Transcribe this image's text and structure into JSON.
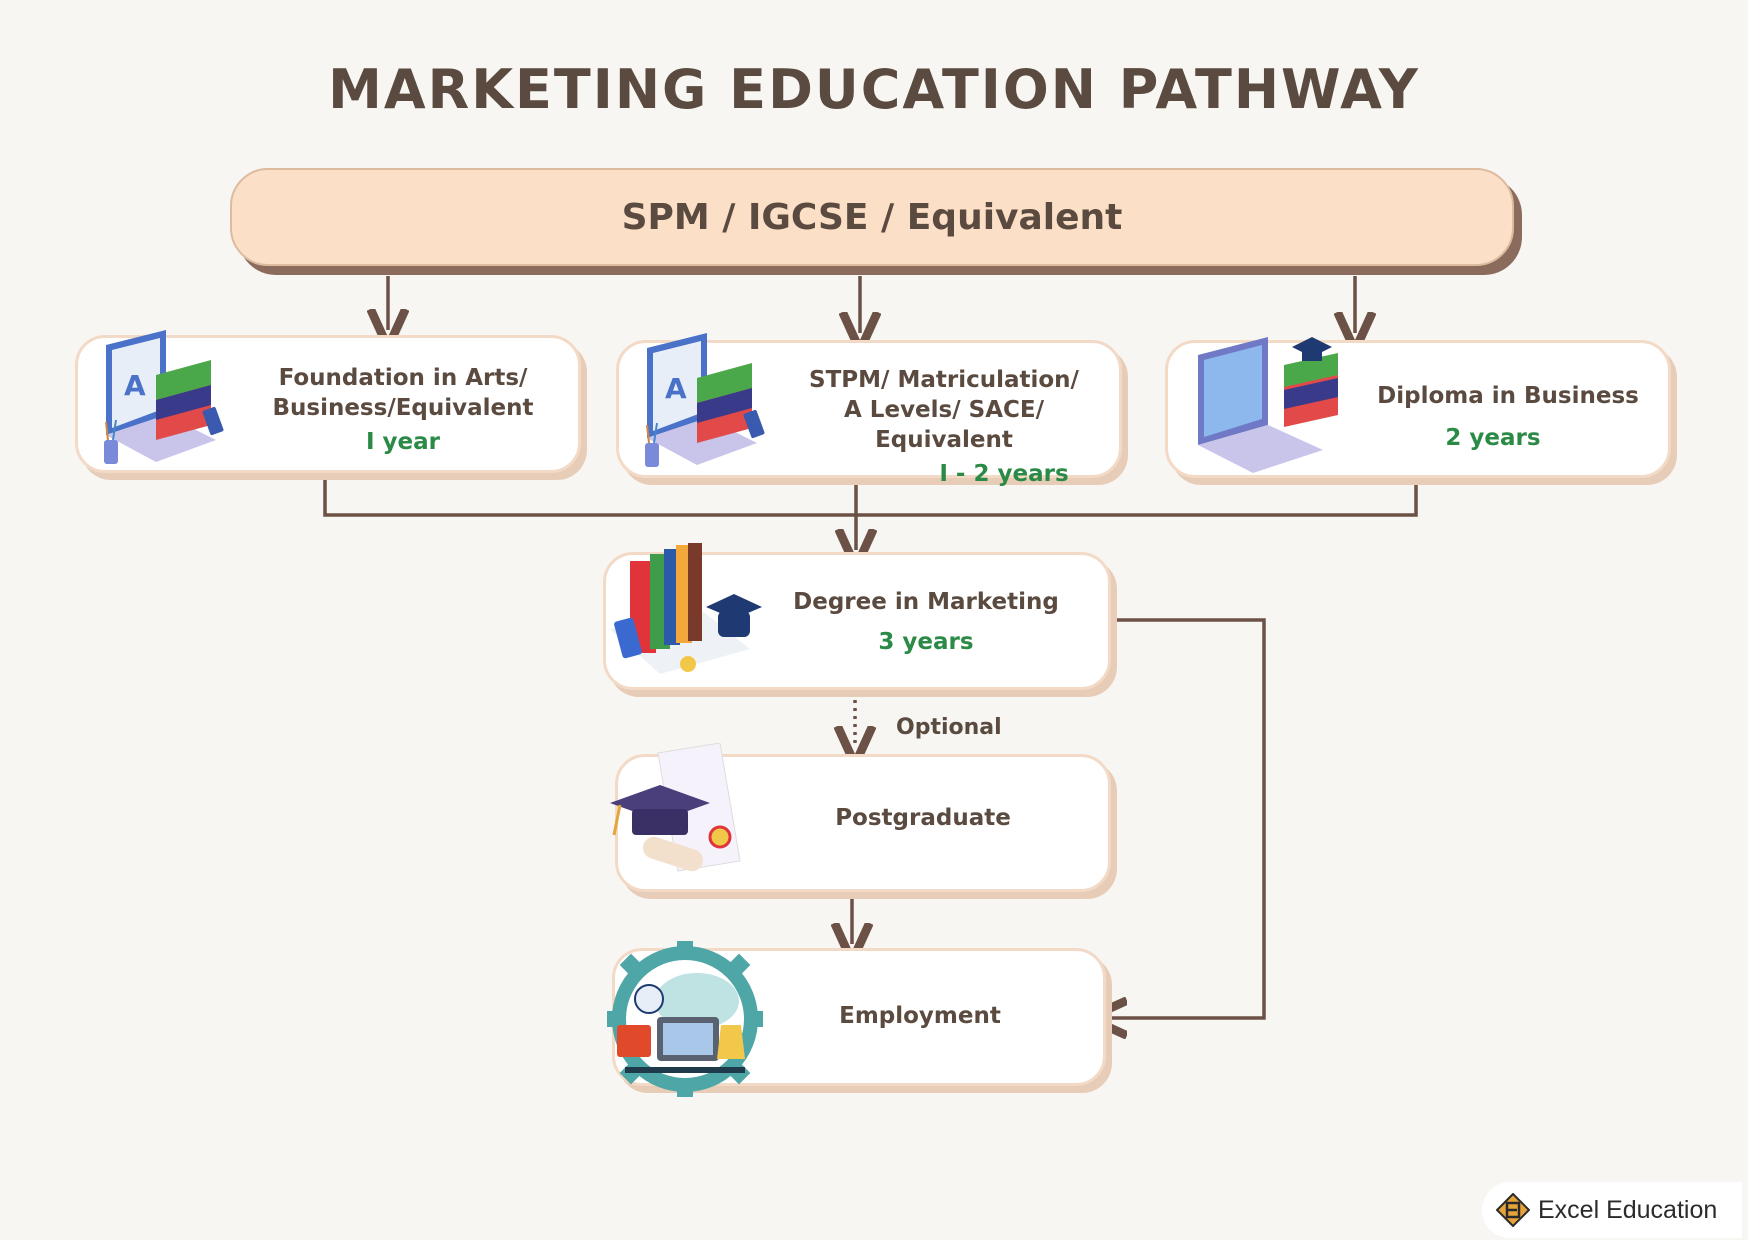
{
  "title": "MARKETING EDUCATION PATHWAY",
  "entry": "SPM / IGCSE / Equivalent",
  "pathways": [
    {
      "lines": [
        "Foundation in Arts/",
        "Business/Equivalent"
      ],
      "duration": "I year"
    },
    {
      "lines": [
        "STPM/ Matriculation/",
        "A Levels/ SACE/ Equivalent"
      ],
      "duration": "I - 2 years"
    },
    {
      "lines": [
        "Diploma in Business"
      ],
      "duration": "2 years"
    }
  ],
  "degree": {
    "label": "Degree in Marketing",
    "duration": "3 years"
  },
  "optional_label": "Optional",
  "postgraduate": "Postgraduate",
  "employment": "Employment",
  "logo_text": "Excel Education",
  "colors": {
    "background": "#f8f6f3",
    "text": "#5a4a3f",
    "duration": "#2b8a45",
    "top_box": "#fbdfc6",
    "connector": "#6b5146"
  }
}
